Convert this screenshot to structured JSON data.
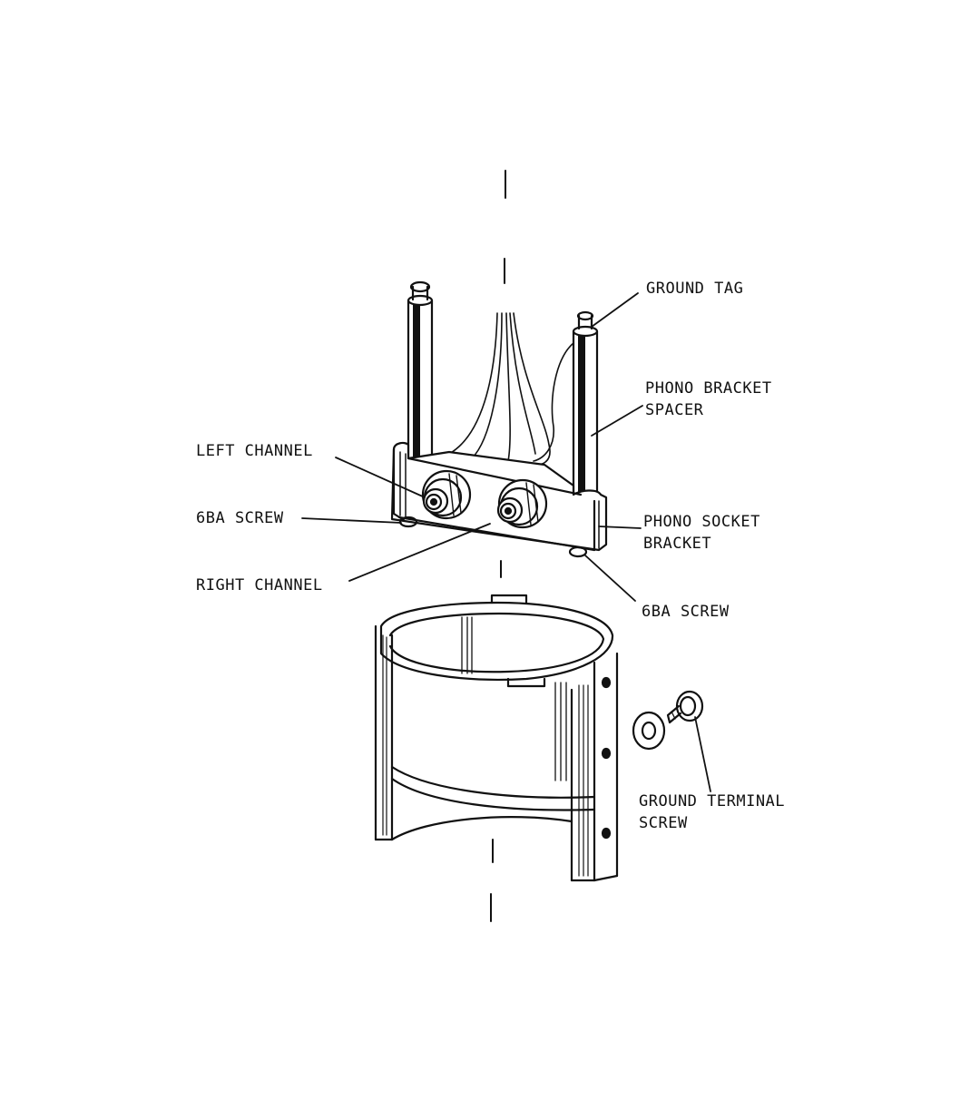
{
  "labels": {
    "ground_tag": "GROUND TAG",
    "phono_bracket_spacer_1": "PHONO BRACKET",
    "phono_bracket_spacer_2": "SPACER",
    "left_channel": "LEFT CHANNEL",
    "screw_6ba_left": "6BA SCREW",
    "phono_socket_bracket_1": "PHONO SOCKET",
    "phono_socket_bracket_2": "BRACKET",
    "right_channel": "RIGHT CHANNEL",
    "screw_6ba_right": "6BA SCREW",
    "ground_terminal_screw_1": "GROUND TERMINAL",
    "ground_terminal_screw_2": "SCREW"
  },
  "colors": {
    "ink": "#111111",
    "paper": "#ffffff"
  }
}
